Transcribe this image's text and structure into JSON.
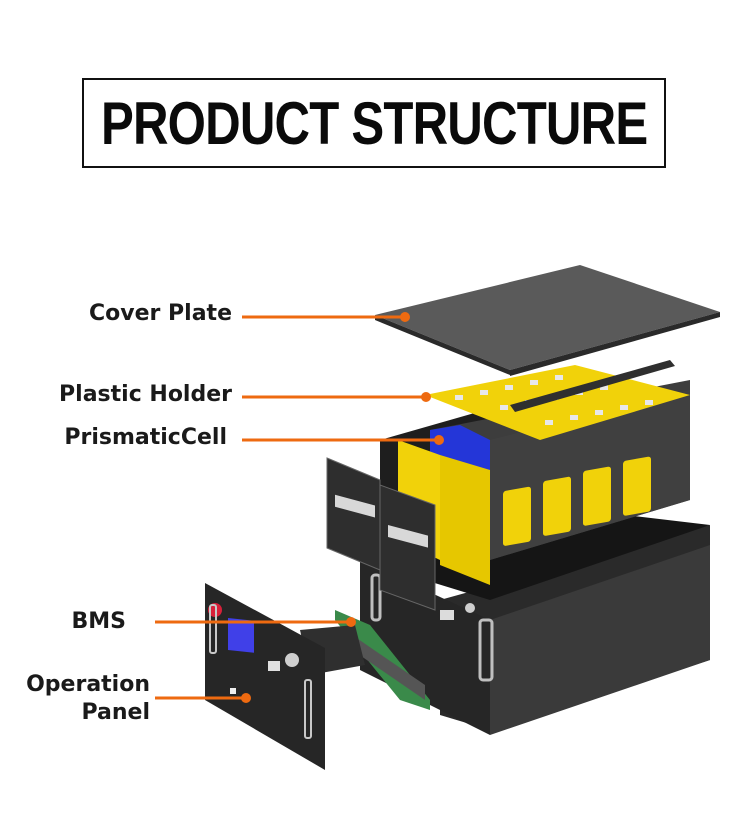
{
  "title": "PRODUCT STRUCTURE",
  "colors": {
    "callout": "#ee6a10",
    "panel_dark": "#2b2b2b",
    "yellow": "#f1d20a",
    "cell_blue": "#2436d8"
  },
  "labels": [
    {
      "id": "cover-plate",
      "text": "Cover Plate"
    },
    {
      "id": "plastic-holder",
      "text": "Plastic Holder"
    },
    {
      "id": "prismatic-cell",
      "text": "PrismaticCell"
    },
    {
      "id": "bms",
      "text": "BMS"
    },
    {
      "id": "operation-panel",
      "line1": "Operation",
      "line2": "Panel"
    }
  ]
}
